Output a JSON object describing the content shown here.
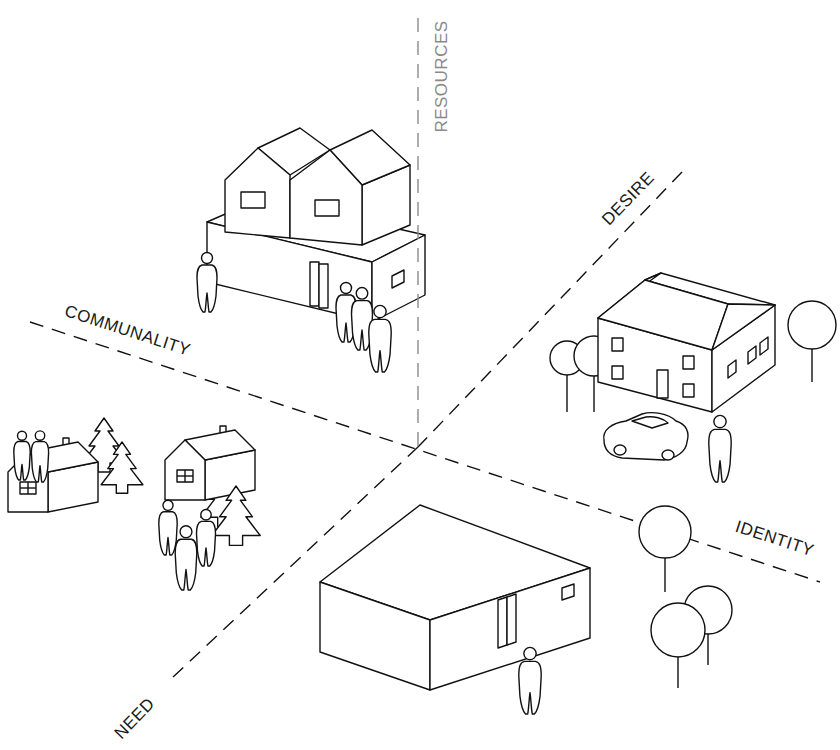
{
  "diagram": {
    "labels": [
      "RESOURCES",
      "DESIRE",
      "COMMUNALITY",
      "IDENTITY",
      "NEED"
    ]
  }
}
